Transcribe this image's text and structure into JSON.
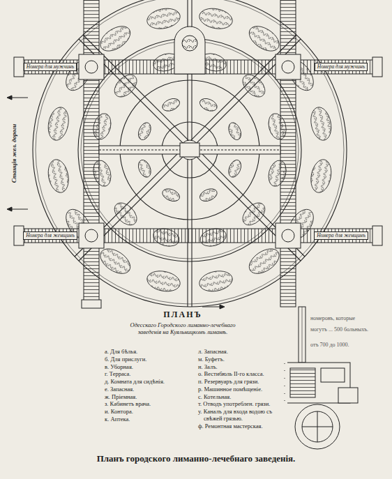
{
  "diagram": {
    "title": "ПЛАНЪ",
    "caption": "Планъ городского лиманно-лечебнаго заведенія.",
    "nodes": [
      {
        "text": [
          "Номера для мужчинъ"
        ]
      },
      {
        "text": [
          "Номера для мужчинъ"
        ]
      },
      {
        "text": [
          "Номера для женщинъ"
        ]
      },
      {
        "text": [
          "Номера для женщинъ"
        ]
      }
    ],
    "labels": [
      "Одесскаго Городского лиманно-лечебнаго заведенія на Куяльницкомъ лиманѣ.",
      "Станція жел. дороги",
      "номеровъ, которые",
      "могутъ ... 500 больныхъ.",
      "отъ 700 до 1000."
    ],
    "legend": [
      {
        "text": "а. Для бѣлья."
      },
      {
        "text": "б. Для прислуги."
      },
      {
        "text": "в. Уборная."
      },
      {
        "text": "г. Терраса."
      },
      {
        "text": "д. Комната для сидѣнія."
      },
      {
        "text": "е. Запасная."
      },
      {
        "text": "ж. Пріемная."
      },
      {
        "text": "з. Кабинетъ врача."
      },
      {
        "text": "и. Контора."
      },
      {
        "text": "к. Аптека."
      },
      {
        "text": "л. Запасная."
      },
      {
        "text": "м. Буфетъ."
      },
      {
        "text": "н. Залъ."
      },
      {
        "text": "о. Вестибюль II-го класса."
      },
      {
        "text": "п. Резервуаръ для грязи."
      },
      {
        "text": "р. Машинное помѣщеніе."
      },
      {
        "text": "с. Котельная."
      },
      {
        "text": "т. Отводъ употреблен. грязи."
      },
      {
        "text": "у. Каналъ для входа водою съ свѣжей грязью."
      },
      {
        "text": "ф. Ремонтная мастерская."
      }
    ]
  }
}
